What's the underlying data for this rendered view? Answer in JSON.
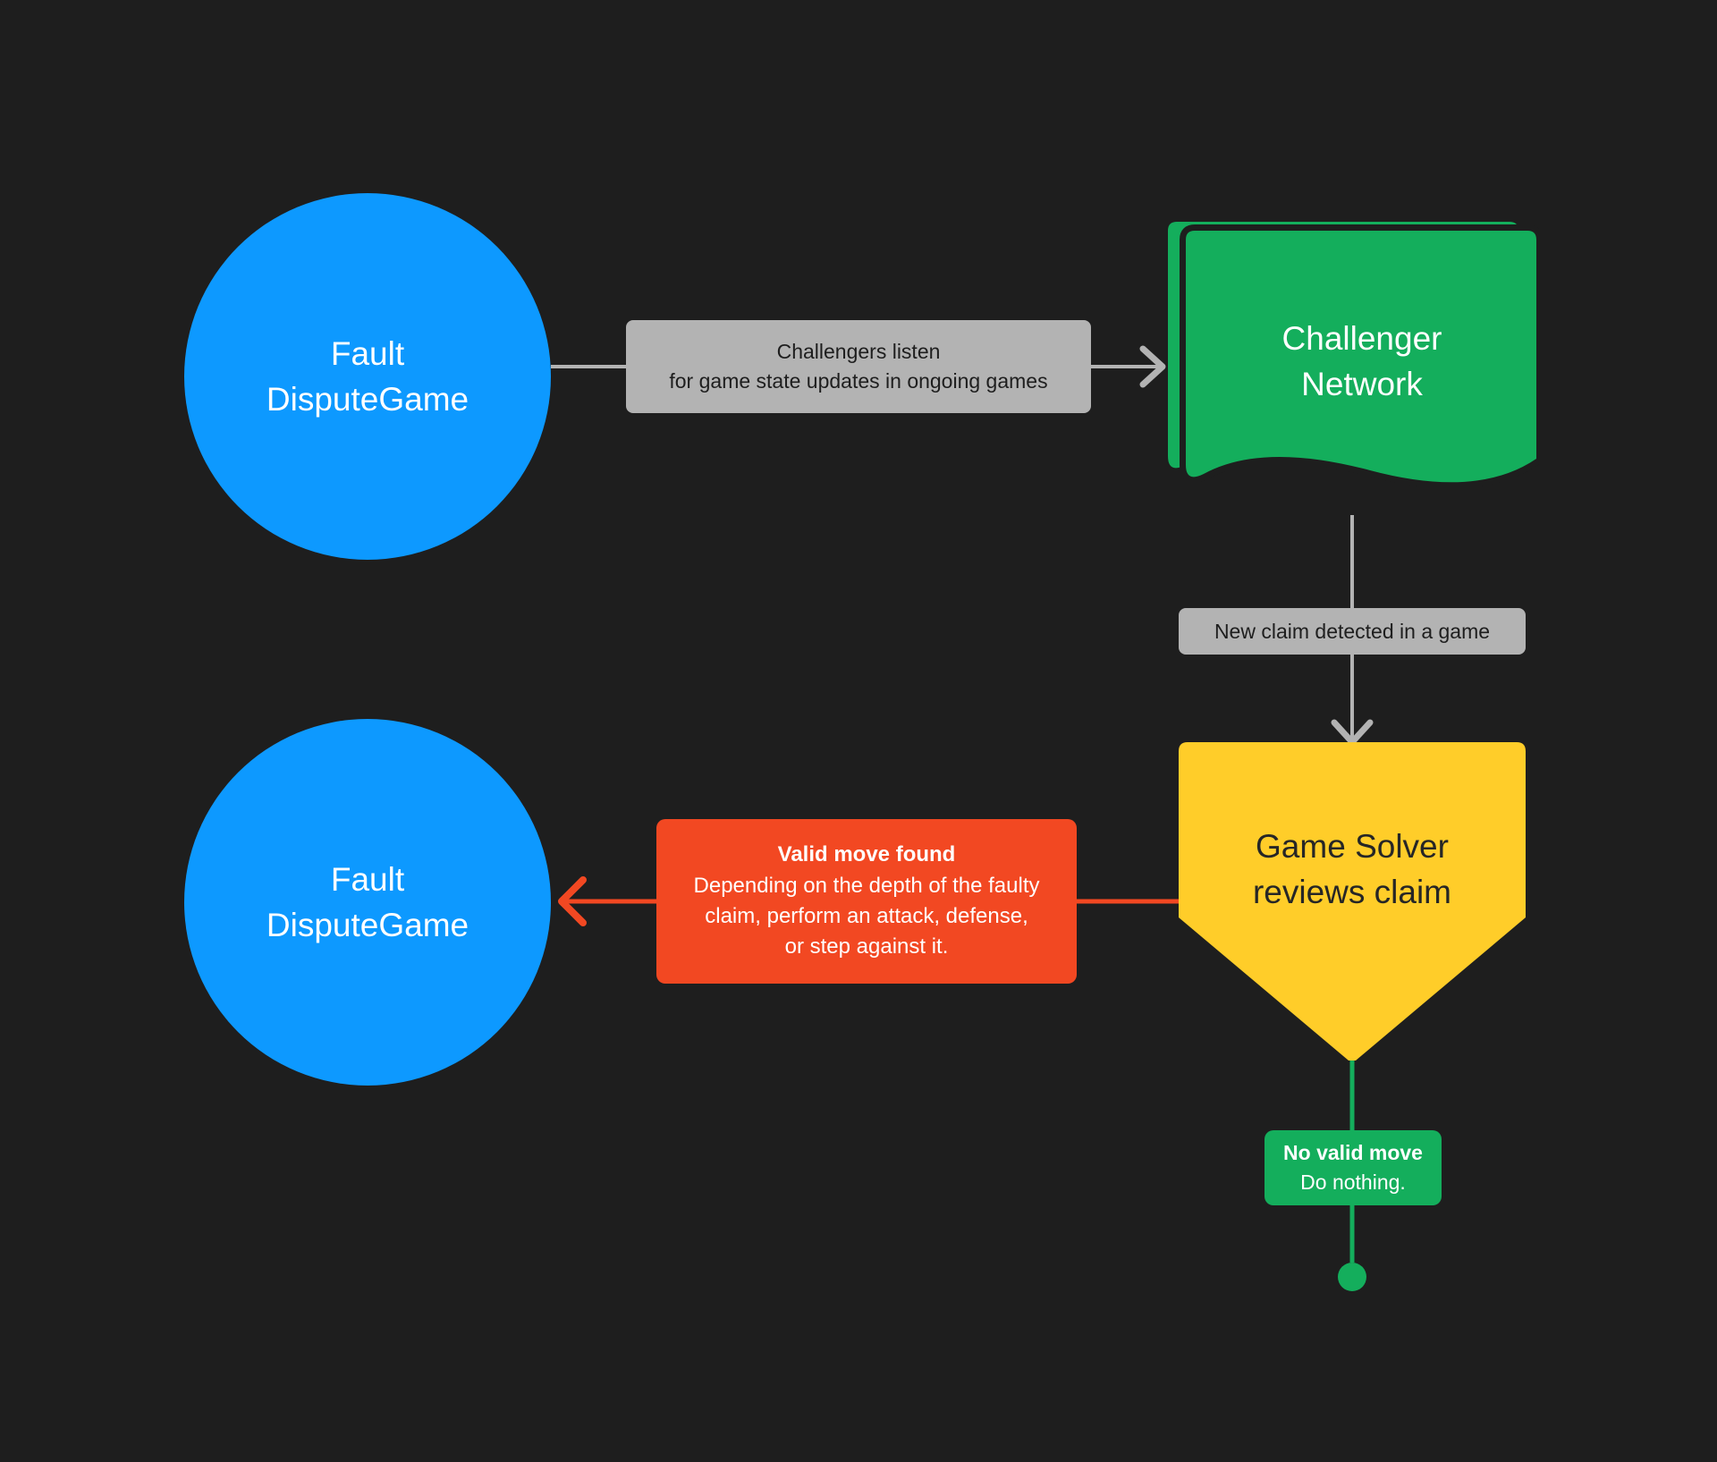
{
  "diagram": {
    "title": "Fault Dispute Game challenger flow",
    "background_color": "#1e1e1e"
  },
  "colors": {
    "blue": "#0d99ff",
    "green": "#14ae5c",
    "yellow": "#ffcd29",
    "orange": "#f24822",
    "gray": "#b3b3b3",
    "edge_gray": "#b3b3b3",
    "edge_red": "#f24822",
    "edge_green": "#14ae5c",
    "dark_text": "#262626",
    "light_text": "#ffffff"
  },
  "nodes": {
    "fault_dispute_game_top": {
      "label": "Fault\nDisputeGame",
      "shape": "circle",
      "color": "#0d99ff"
    },
    "challenger_network": {
      "label": "Challenger\nNetwork",
      "shape": "document-stack",
      "color": "#14ae5c"
    },
    "game_solver": {
      "label": "Game Solver\nreviews claim",
      "shape": "banner-pentagon",
      "color": "#ffcd29"
    },
    "fault_dispute_game_bottom": {
      "label": "Fault\nDisputeGame",
      "shape": "circle",
      "color": "#0d99ff"
    },
    "terminator_dot": {
      "label": "",
      "shape": "dot",
      "color": "#14ae5c"
    }
  },
  "edges": {
    "listen": {
      "from": "fault_dispute_game_top",
      "to": "challenger_network",
      "direction": "right",
      "color": "#b3b3b3",
      "label_line1": "Challengers listen",
      "label_line2": "for game state updates in ongoing games"
    },
    "new_claim": {
      "from": "challenger_network",
      "to": "game_solver",
      "direction": "down",
      "color": "#b3b3b3",
      "label": "New claim detected in a game"
    },
    "valid_move": {
      "from": "game_solver",
      "to": "fault_dispute_game_bottom",
      "direction": "left",
      "color": "#f24822",
      "label_title": "Valid move found",
      "label_body": "Depending on the depth of the faulty\nclaim, perform an attack, defense,\nor step against it."
    },
    "no_valid_move": {
      "from": "game_solver",
      "to": "terminator_dot",
      "direction": "down",
      "color": "#14ae5c",
      "label_title": "No valid move",
      "label_body": "Do nothing."
    }
  }
}
